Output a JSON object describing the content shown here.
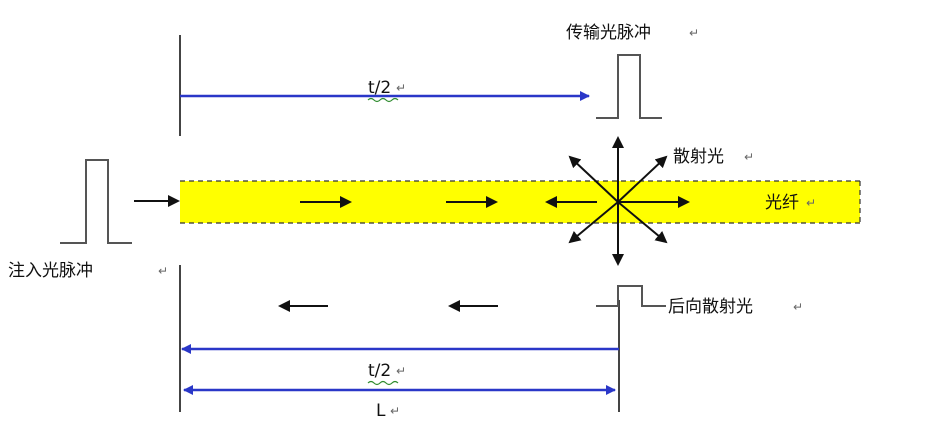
{
  "labels": {
    "transmit_pulse": "传输光脉冲",
    "scatter_light": "散射光",
    "fiber": "光纤",
    "injected_pulse": "注入光脉冲",
    "backscatter": "后向散射光",
    "half_time_top": "t/2",
    "half_time_bottom": "t/2",
    "length": "L",
    "return_mark": "↵"
  },
  "colors": {
    "fiber_fill": "#ffff00",
    "timing_line": "#2a37c8",
    "ink": "#111111",
    "pulse": "#555555",
    "squiggle": "#2e8b2e"
  }
}
